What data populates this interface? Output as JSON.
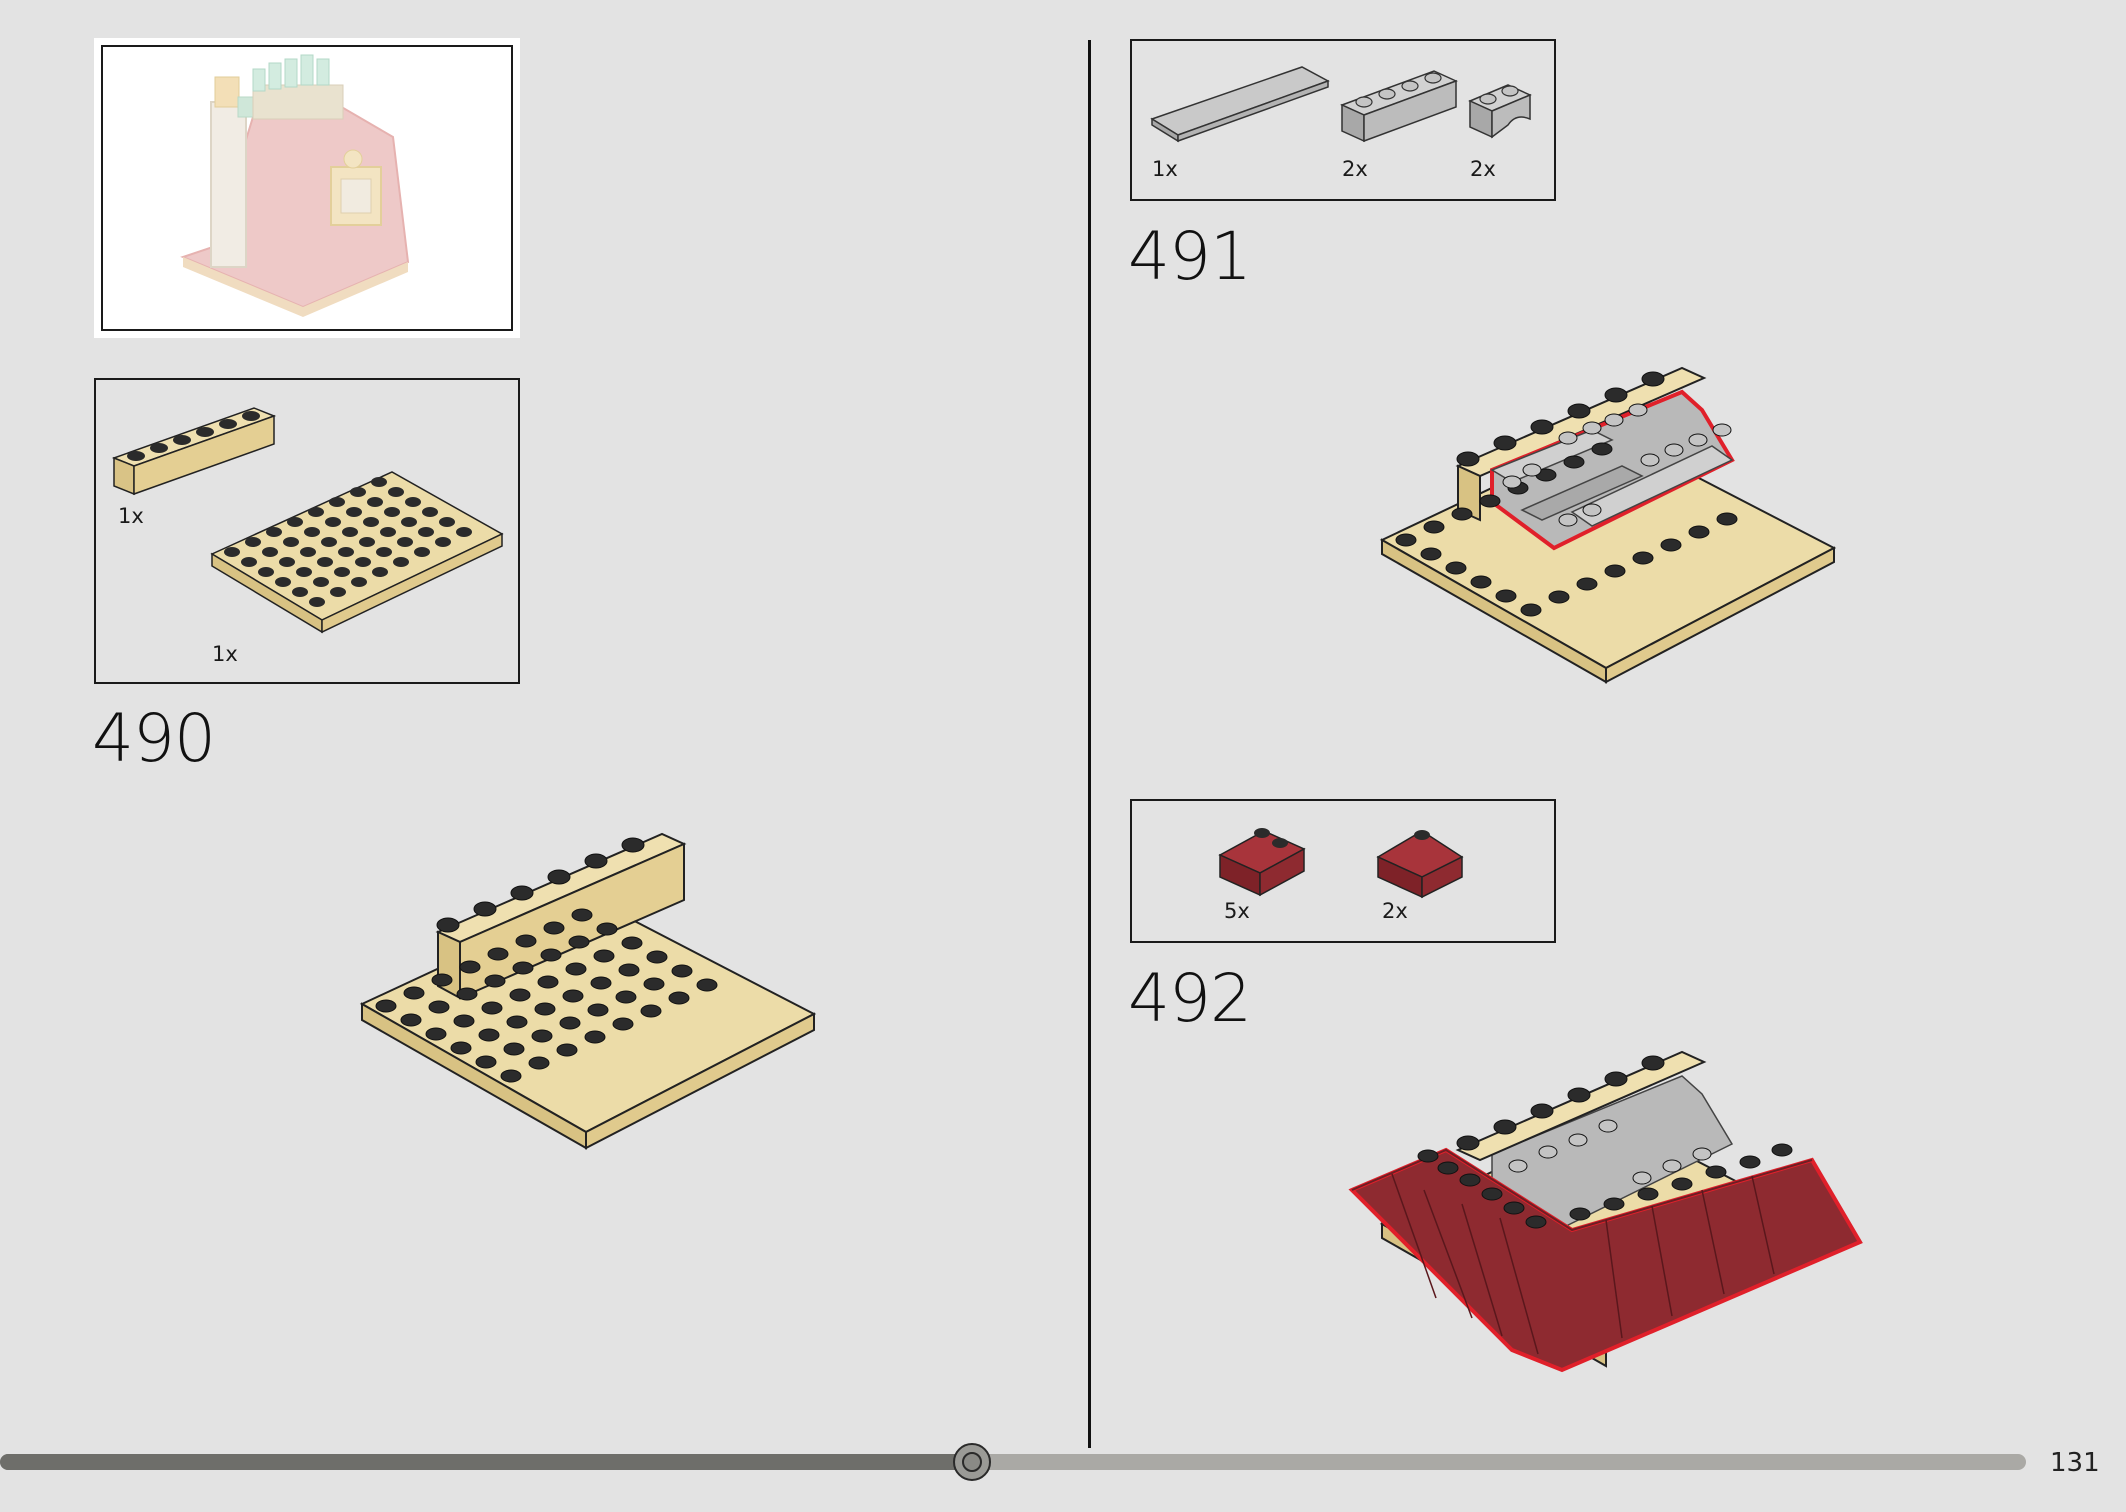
{
  "page_number": "131",
  "progress": 0.48,
  "steps": [
    {
      "number": "490",
      "parts": [
        {
          "qty": "1x",
          "part": "tan-brick-1x6-icon"
        },
        {
          "qty": "1x",
          "part": "tan-plate-6x8-icon"
        }
      ]
    },
    {
      "number": "491",
      "parts": [
        {
          "qty": "1x",
          "part": "gray-tile-icon"
        },
        {
          "qty": "2x",
          "part": "gray-brick-grooved-icon"
        },
        {
          "qty": "2x",
          "part": "gray-curved-brick-icon"
        }
      ]
    },
    {
      "number": "492",
      "parts": [
        {
          "qty": "5x",
          "part": "red-slope-inverted-corner-icon"
        },
        {
          "qty": "2x",
          "part": "red-slope-corner-icon"
        }
      ]
    }
  ],
  "colors": {
    "background": "#e3e3e3",
    "tan": "#e2cd92",
    "gray": "#b9b9b9",
    "dark_red": "#8e2a30",
    "highlight": "#e0202a",
    "progress_done": "#6e6e6a",
    "progress_rest": "#aaa9a5"
  }
}
